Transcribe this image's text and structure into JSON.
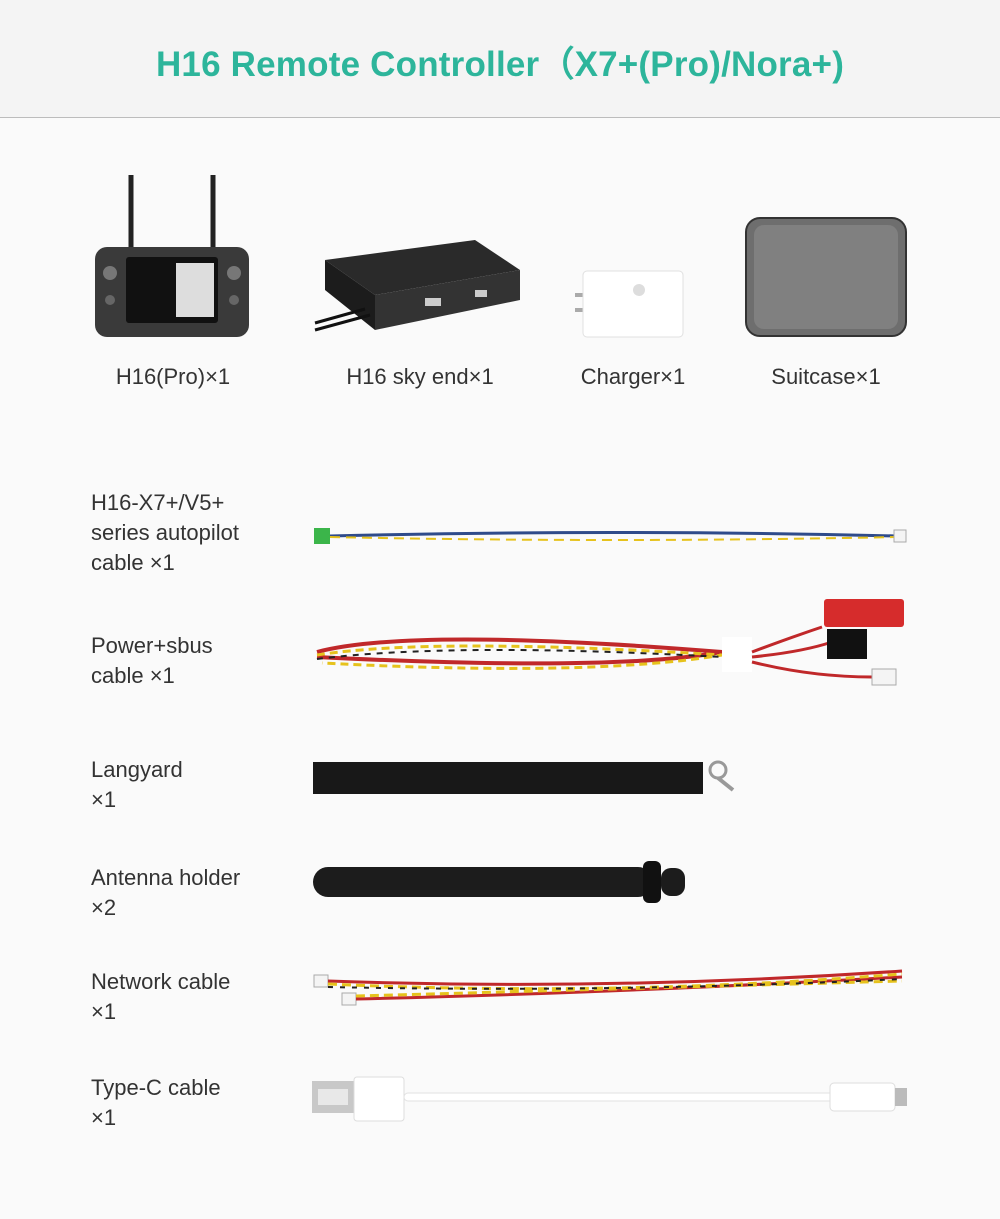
{
  "header": {
    "title": "H16 Remote Controller（X7+(Pro)/Nora+)"
  },
  "colors": {
    "title": "#2db59b",
    "text": "#333333"
  },
  "top_items": [
    {
      "label": "H16(Pro)×1",
      "icon": "remote-controller"
    },
    {
      "label": "H16 sky end×1",
      "icon": "sky-end-module"
    },
    {
      "label": "Charger×1",
      "icon": "charger"
    },
    {
      "label": "Suitcase×1",
      "icon": "suitcase"
    }
  ],
  "rows": [
    {
      "lines": [
        "H16-X7+/V5+",
        "series autopilot",
        "cable  ×1"
      ],
      "icon": "autopilot-cable"
    },
    {
      "lines": [
        "Power+sbus",
        "cable  ×1"
      ],
      "icon": "power-sbus-cable"
    },
    {
      "lines": [
        "Langyard",
        "×1"
      ],
      "icon": "lanyard"
    },
    {
      "lines": [
        "Antenna holder",
        "×2"
      ],
      "icon": "antenna-holder"
    },
    {
      "lines": [
        "Network cable",
        "×1"
      ],
      "icon": "network-cable"
    },
    {
      "lines": [
        "Type-C cable",
        "×1"
      ],
      "icon": "type-c-cable"
    }
  ]
}
